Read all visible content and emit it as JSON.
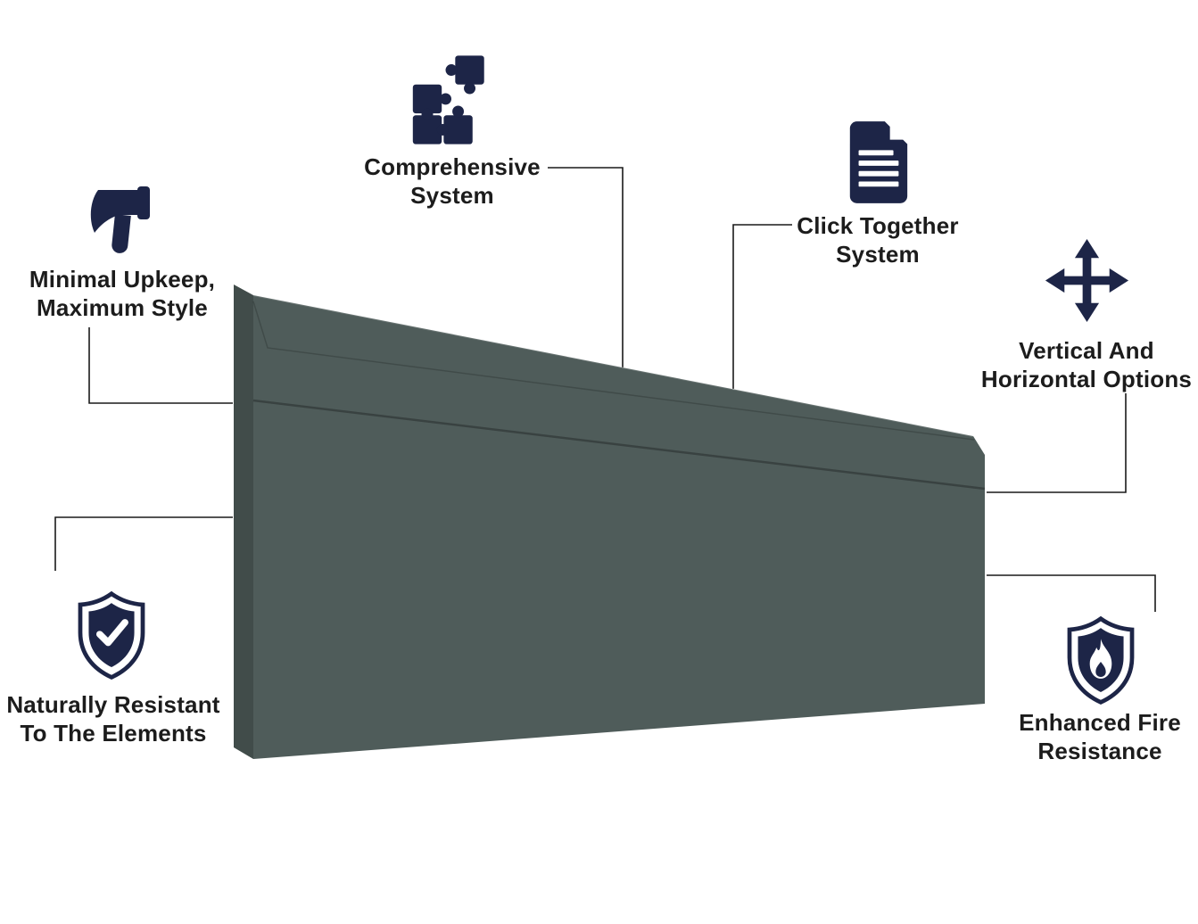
{
  "page": {
    "background": "#ffffff"
  },
  "icon_color": "#1d2547",
  "line_color": "#1a1a1a",
  "board": {
    "face_color": "#4f5c5a",
    "side_color": "#414c4a"
  },
  "features": [
    {
      "id": "minimal-upkeep",
      "icon": "hammer-icon",
      "label": "Minimal Upkeep,\nMaximum Style"
    },
    {
      "id": "comprehensive",
      "icon": "puzzle-icon",
      "label": "Comprehensive\nSystem"
    },
    {
      "id": "click-together",
      "icon": "document-icon",
      "label": "Click Together\nSystem"
    },
    {
      "id": "orientation-options",
      "icon": "move-arrows-icon",
      "label": "Vertical And\nHorizontal Options"
    },
    {
      "id": "naturally-resistant",
      "icon": "shield-check-icon",
      "label": "Naturally Resistant\nTo The Elements"
    },
    {
      "id": "fire-resistance",
      "icon": "shield-flame-icon",
      "label": "Enhanced Fire\nResistance"
    }
  ]
}
